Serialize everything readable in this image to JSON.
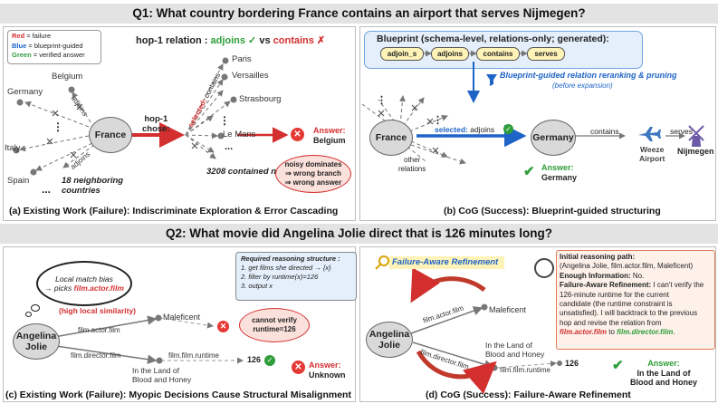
{
  "q1": {
    "question": "Q1: What country bordering France contains an airport that serves Nijmegen?",
    "legend": {
      "red": "Red = failure",
      "blue": "Blue = blueprint-guided",
      "green": "Green = verified answer"
    },
    "relation_prefix": "hop-1 relation : ",
    "relation_correct": "adjoins ✓",
    "relation_vs": " vs ",
    "relation_wrong": "contains ✗",
    "left": {
      "france": "France",
      "neighbors": [
        "Germany",
        "Belgium",
        "Italy",
        "Spain"
      ],
      "adjoins_upper": "adjoins",
      "adjoins_lower": "adjoins",
      "ellipsis": "⋮",
      "ellipsis_h": "...",
      "neighbors_count": "18 neighboring",
      "neighbors_count2": "countries",
      "hop_chose1": "hop-1",
      "hop_chose2": "chose:",
      "selected_prefix": "selected:",
      "selected_rel": " contains",
      "contained": [
        "Paris",
        "Versailles",
        "Strasbourg",
        "Le Mans"
      ],
      "contained_count": "3208 contained nodes",
      "answer_label": "Answer:",
      "answer_value": "Belgium",
      "noise1": "noisy dominates",
      "noise2": "⇒ wrong branch",
      "noise3": "⇒ wrong answer",
      "caption": "(a) Existing Work (Failure): Indiscriminate Exploration & Error Cascading"
    },
    "right": {
      "blueprint_title": "Blueprint (schema-level, relations-only; generated):",
      "chain": [
        "adjoin_s",
        "adjoins",
        "contains",
        "serves"
      ],
      "rerank1": "Blueprint-guided relation reranking &  pruning",
      "rerank2": "(before expansion)",
      "france": "France",
      "germany": "Germany",
      "selected_prefix": "selected:",
      "selected_rel": " adjoins",
      "other_rel1": "other",
      "other_rel2": "relations",
      "contains": "contains",
      "airport1": "Weeze",
      "airport2": "Airport",
      "serves": "serves",
      "nijmegen": "Nijmegen",
      "answer_label": "Answer:",
      "answer_value": "Germany",
      "caption": "(b) CoG (Success): Blueprint-guided structuring"
    }
  },
  "q2": {
    "question": "Q2: What movie did Angelina Jolie direct that is 126 minutes long?",
    "left": {
      "bubble1": "Local match bias",
      "bubble2": "→ picks ",
      "bubble3": "film.actor.film",
      "req_title": "Required reasoning structure :",
      "req_steps": [
        "1.   get films she directed → {x}",
        "2.   filter by runtime(x)=126",
        "3.   output x"
      ],
      "high_sim": "(high local similarity)",
      "jolie1": "Angelina",
      "jolie2": "Jolie",
      "maleficent": "Maleficent",
      "actor_film": "film.actor.film",
      "director_film": "film.director.film",
      "runtime": "film.film.runtime",
      "other_film1": "In the Land of",
      "other_film2": "Blood and Honey",
      "num126": "126",
      "cannot1": "cannot verify",
      "cannot2": "runtime=126",
      "answer_label": "Answer:",
      "answer_value": "Unknown",
      "caption": "(c) Existing Work (Failure): Myopic Decisions Cause Structural Misalignment"
    },
    "right": {
      "refine_title": "Failure-Aware Refinement",
      "jolie1": "Angelina",
      "jolie2": "Jolie",
      "maleficent": "Maleficent",
      "actor_film": "film.actor.film",
      "director_film": "film.director.film",
      "runtime": "film.film.runtime",
      "other_film1": "In the Land of",
      "other_film2": "Blood and Honey",
      "num126": "126",
      "path_title": "Initial reasoning path:",
      "path_value": "(Angelina Jolie, film.actor.film, Maleficent)",
      "enough_label": "Enough Information:",
      "enough_value": " No.",
      "far_label": "Failure-Aware Refinement:",
      "far_lines": [
        " I can't verify the",
        "126-minute runtime for the current",
        "candidate (the runtime constraint is",
        "unsatisfied). I will backtrack to the previous",
        "hop and revise the relation from"
      ],
      "far_from": "film.actor.film",
      "far_to_word": " to ",
      "far_to": "film.director.film",
      "far_end": ".",
      "answer_label": "Answer:",
      "answer_value1": "In the Land of",
      "answer_value2": "Blood and Honey",
      "caption": "(d) CoG (Success): Failure-Aware Refinement"
    }
  },
  "colors": {
    "red": "#d32f2f",
    "blue": "#1e63c6",
    "green": "#2e9e3a",
    "banner": "#e3e3e3",
    "blueprint_bg": "#e4effb",
    "pill": "#fff3b8",
    "noise_bg": "#fbe1dc",
    "info_bg": "#fdf1ea"
  }
}
